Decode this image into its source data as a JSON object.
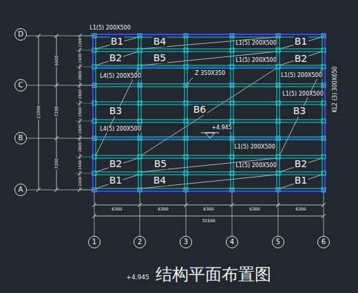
{
  "diagram": {
    "title": "结构平面布置图",
    "nodes": [
      {
        "text": [
          "D"
        ]
      },
      {
        "text": [
          "C"
        ]
      },
      {
        "text": [
          "B"
        ]
      },
      {
        "text": [
          "A"
        ]
      },
      {
        "text": [
          "1"
        ]
      },
      {
        "text": [
          "2"
        ]
      },
      {
        "text": [
          "3"
        ]
      },
      {
        "text": [
          "4"
        ]
      },
      {
        "text": [
          "5"
        ]
      },
      {
        "text": [
          "6"
        ]
      }
    ],
    "labels": [
      "L1(5) 200X500",
      "B1",
      "B4",
      "L1(5) 200X500",
      "B1",
      "B2",
      "B5",
      "L1(5) 200X500",
      "B2",
      "L4(5) 200X500",
      "Z 350X350",
      "L1(5) 200X500",
      "L1(5) 200X500",
      "B3",
      "B6",
      "B3",
      "L4(5) 200X500",
      "+4.945",
      "L1(5) 200X500",
      "B2",
      "B5",
      "L1(5) 200X500",
      "B2",
      "B1",
      "B4",
      "B1",
      "KL2 (3) 300X650",
      "6300",
      "6300",
      "6300",
      "6300",
      "6300",
      "31500",
      "6600",
      "7200",
      "7200",
      "21000",
      "2200",
      "2400",
      "2800",
      "2600",
      "2600",
      "2600",
      "2800",
      "2400",
      "2400",
      "+4.945"
    ]
  }
}
